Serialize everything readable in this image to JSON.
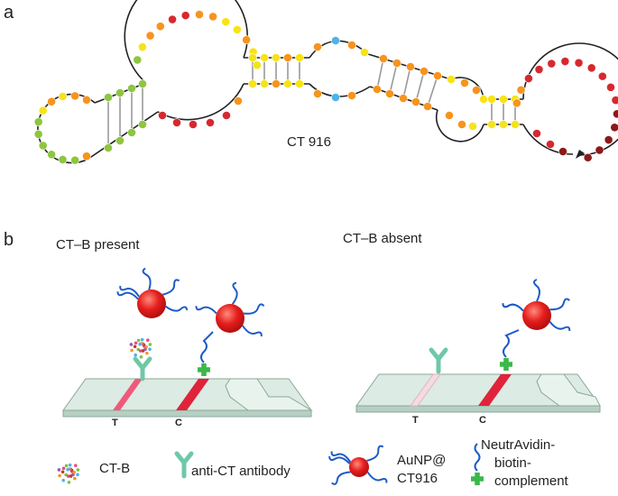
{
  "panel_a": {
    "label": "a",
    "aptamer_name": "CT 916"
  },
  "panel_b": {
    "label": "b",
    "left_title": "CT–B present",
    "right_title": "CT–B absent",
    "test_line_label": "T",
    "control_line_label": "C"
  },
  "legend": {
    "ctb": "CT-B",
    "antibody": "anti-CT antibody",
    "aunp_line1": "AuNP@",
    "aunp_line2": "CT916",
    "neutr_line1": "NeutrAvidin-",
    "neutr_line2": "biotin-",
    "neutr_line3": "complement"
  },
  "colors": {
    "nt_red": "#d7282f",
    "nt_orange": "#f7941d",
    "nt_yellow": "#f6e31a",
    "nt_green": "#8dc63f",
    "nt_blue": "#4fb3e8",
    "nt_darkred": "#8b1a1a",
    "antibody": "#6fc8a8",
    "neutravidin": "#3cb84a",
    "gold_np": "#e51d1d",
    "strand": "#1e5bc6",
    "strip": "#dcebe3",
    "line_red": "#e0233b"
  }
}
